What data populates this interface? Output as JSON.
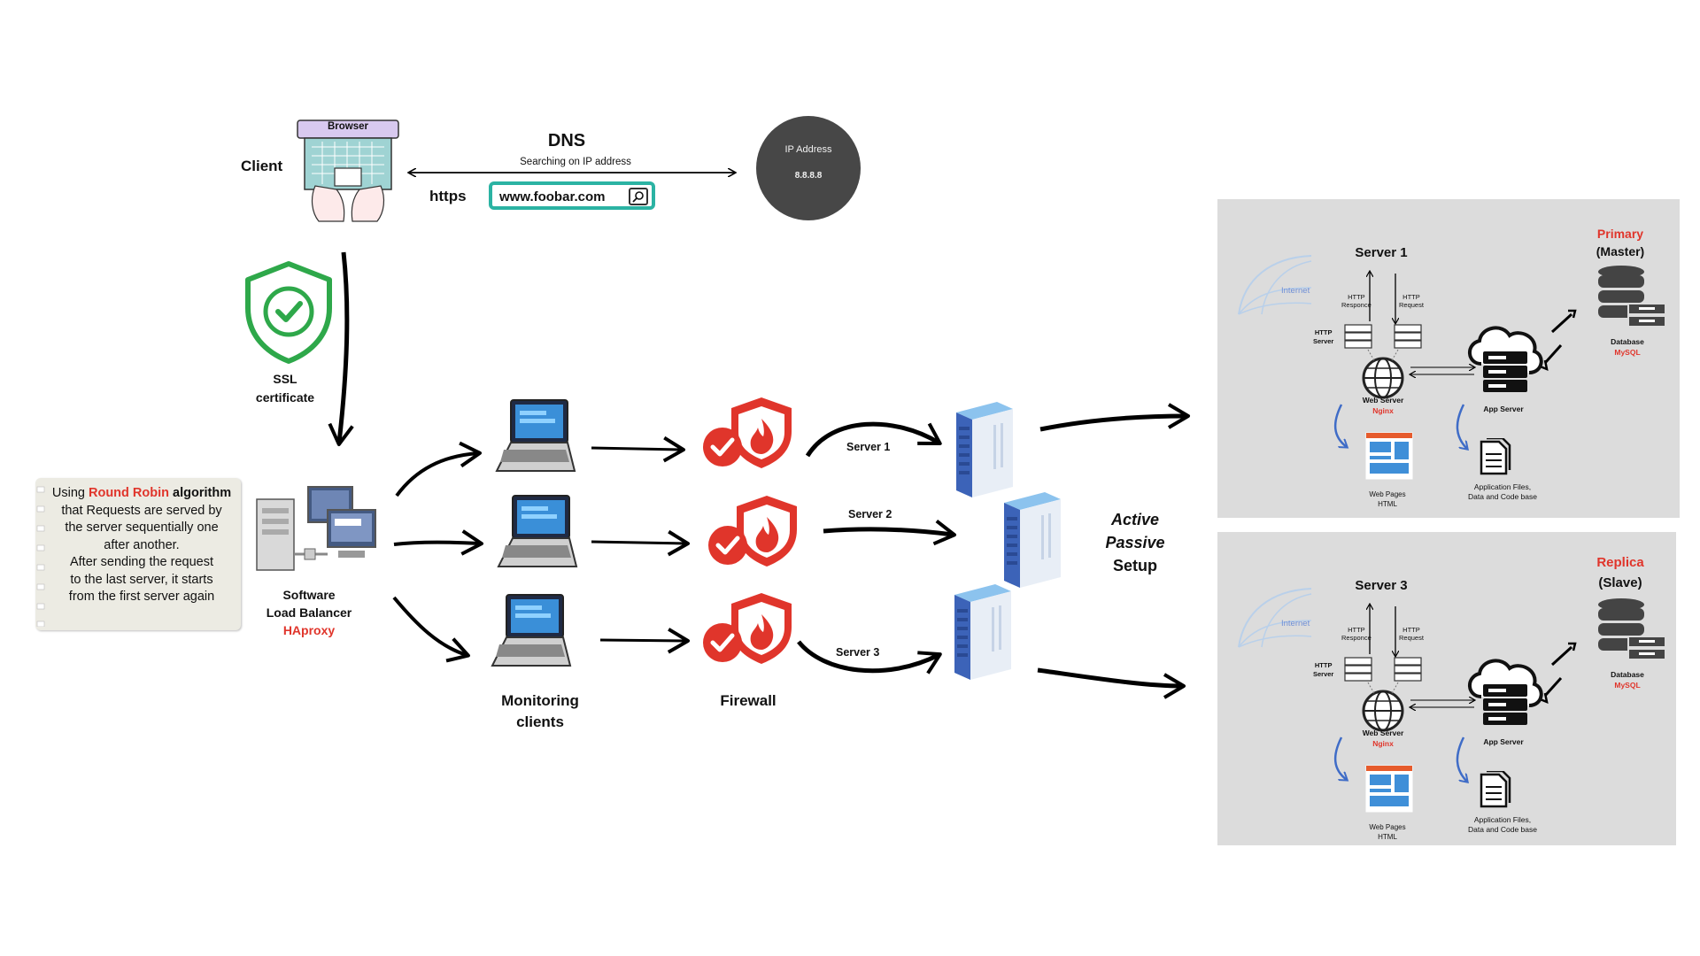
{
  "client": {
    "label": "Client",
    "browser_label": "Browser",
    "protocol": "https",
    "url": "www.foobar.com"
  },
  "dns": {
    "title": "DNS",
    "subtitle": "Searching on IP address",
    "ip_label": "IP Address",
    "ip_value": "8.8.8.8"
  },
  "ssl": {
    "line1": "SSL",
    "line2": "certificate"
  },
  "note": {
    "l1_a": "Using ",
    "l1_b": "Round Robin",
    "l1_c": " algorithm",
    "l2": "that Requests are served by",
    "l3": "the server sequentially one",
    "l4": "after another.",
    "l5": "After sending the request",
    "l6": "to the last server, it starts",
    "l7": "from the first server again"
  },
  "load_balancer": {
    "line1": "Software",
    "line2": "Load Balancer",
    "line3": "HAproxy"
  },
  "monitoring": {
    "line1": "Monitoring",
    "line2": "clients"
  },
  "firewall": {
    "label": "Firewall"
  },
  "servers": {
    "s1": "Server 1",
    "s2": "Server 2",
    "s3": "Server 3"
  },
  "setup": {
    "line1": "Active",
    "line2": "Passive",
    "line3": "Setup"
  },
  "panels": [
    {
      "server_title": "Server 1",
      "role": "Primary",
      "role_sub": "(Master)",
      "internet": "Internet",
      "http_response": "HTTP\nResponce",
      "http_request": "HTTP\nRequest",
      "http_server": "HTTP\nServer",
      "web_server": "Web Server",
      "web_server_sub": "Nginx",
      "app_server": "App Server",
      "database": "Database",
      "database_sub": "MySQL",
      "web_pages": "Web Pages\nHTML",
      "app_files": "Application Files,\nData and Code base"
    },
    {
      "server_title": "Server 3",
      "role": "Replica",
      "role_sub": "(Slave)",
      "internet": "Internet",
      "http_response": "HTTP\nResponce",
      "http_request": "HTTP\nRequest",
      "http_server": "HTTP\nServer",
      "web_server": "Web Server",
      "web_server_sub": "Nginx",
      "app_server": "App Server",
      "database": "Database",
      "database_sub": "MySQL",
      "web_pages": "Web Pages\nHTML",
      "app_files": "Application Files,\nData and Code base"
    }
  ],
  "colors": {
    "accent_red": "#e0352b",
    "teal": "#2bb3a3",
    "ssl_green": "#2ea84a",
    "server_blue": "#3c63b8",
    "panel_gray": "#dcdcdc"
  }
}
